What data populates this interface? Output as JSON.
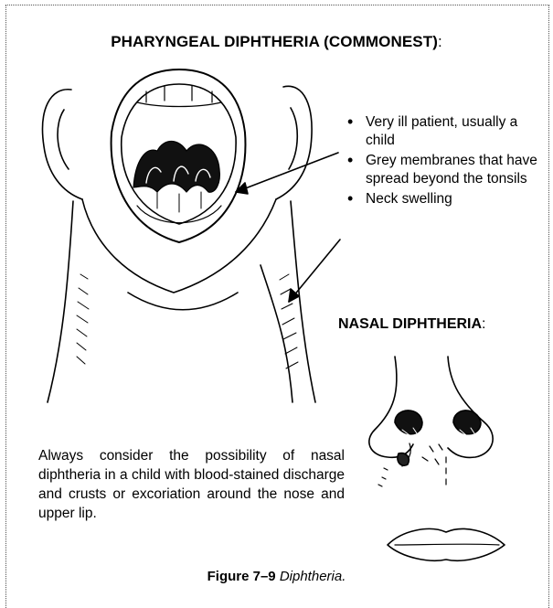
{
  "title": {
    "text": "PHARYNGEAL DIPHTHERIA (COMMONEST)",
    "colon": ":"
  },
  "bullets": [
    "Very ill patient, usually a child",
    "Grey membranes that have spread beyond the tonsils",
    "Neck swelling"
  ],
  "nasal": {
    "text": "NASAL DIPHTHERIA",
    "colon": ":"
  },
  "paragraph": "Always consider the possibility of nasal diphtheria in a child with blood-stained discharge and crusts or excoriation around the nose and upper lip.",
  "caption": {
    "label": "Figure 7–9",
    "text": "Diphtheria."
  }
}
